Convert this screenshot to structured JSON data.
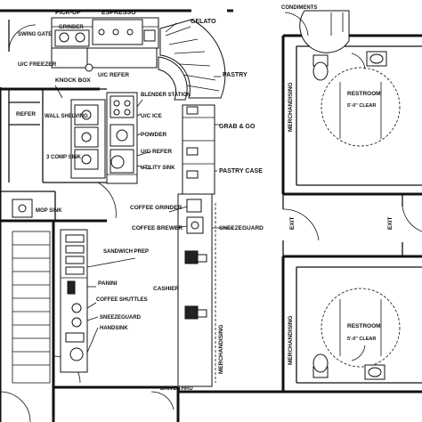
{
  "plan": {
    "labels": {
      "swing_gate": "SWING GATE",
      "pick_up": "PICK-UP",
      "espresso": "ESPRESSO",
      "grinder": "GRINDER",
      "gelato": "GELATO",
      "condiments": "CONDIMENTS",
      "uc_freezer": "U/C FREEZER",
      "uc_refer_top": "U/C REFER",
      "knock_box": "KNOCK BOX",
      "pastry": "PASTRY",
      "blender_station": "BLENDER STATION",
      "refer": "REFER",
      "wall_shelving": "WALL SHELVING",
      "uc_ice": "U/C ICE",
      "grab_and_go": "GRAB & GO",
      "powder": "POWDER",
      "uc_refer_mid": "U/C REFER",
      "three_comp_sink": "3 COMP SINK",
      "utility_sink": "UTILITY SINK",
      "pastry_case": "PASTRY CASE",
      "mop_sink": "MOP SINK",
      "coffee_grinder": "COFFEE GRINDER",
      "coffee_brewer": "COFFEE BREWER",
      "sneezeguard_right": "SNEEZEGUARD",
      "sandwich_prep": "SANDWICH PREP",
      "panini": "PANINI",
      "cashier": "CASHIER",
      "coffee_shuttles": "COFFEE SHUTTLES",
      "sneezeguard_left": "SNEEZEGUARD",
      "handsink": "HANDSINK",
      "drive_thru": "DRIVE THRU",
      "merchandising_top": "MERCHANDISING",
      "merchandising_counter": "MERCHANDISING",
      "merchandising_bottom": "MERCHANDISING",
      "restroom_top": "RESTROOM",
      "clear_top": "5'-0\" CLEAR",
      "restroom_bottom": "RESTROOM",
      "clear_bottom": "5'-0\" CLEAR",
      "exit_left": "EXIT",
      "exit_right": "EXIT"
    }
  }
}
